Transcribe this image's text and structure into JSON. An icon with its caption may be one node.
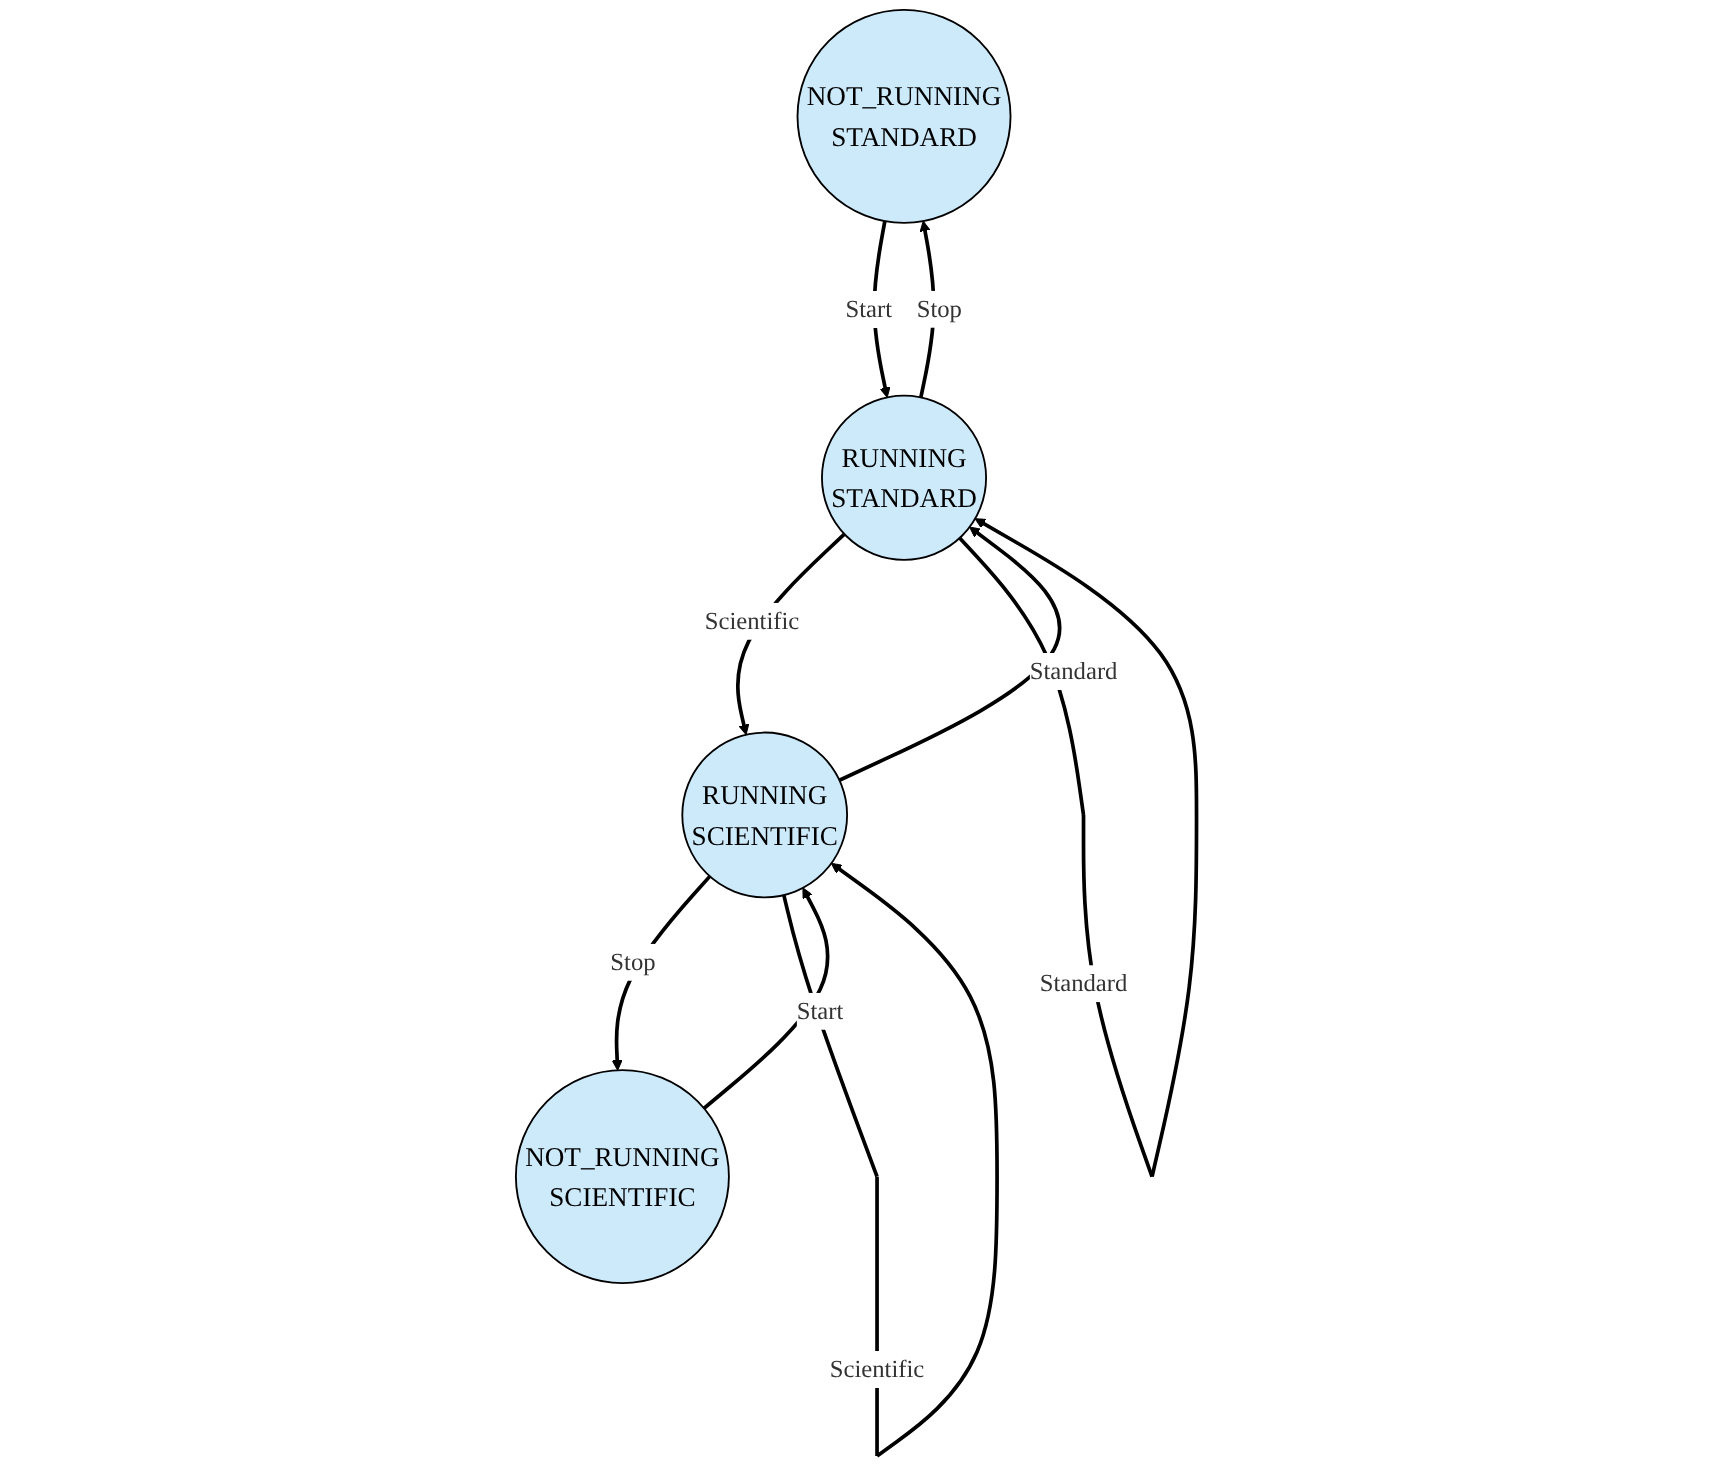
{
  "diagram": {
    "nodes": [
      {
        "text": [
          "NOT_RUNNING",
          "STANDARD"
        ]
      },
      {
        "text": [
          "NOT_RUNNING",
          "SCIENTIFIC"
        ]
      },
      {
        "text": [
          "RUNNING",
          "STANDARD"
        ]
      },
      {
        "text": [
          "RUNNING",
          "SCIENTIFIC"
        ]
      }
    ],
    "edges": [
      {
        "from": 0,
        "to": 2,
        "arrow": "to",
        "label": "Start"
      },
      {
        "from": 2,
        "to": 0,
        "arrow": "to",
        "label": "Stop"
      },
      {
        "from": 1,
        "to": 3,
        "arrow": "to",
        "label": "Start"
      },
      {
        "from": 3,
        "to": 1,
        "arrow": "to",
        "label": "Stop"
      },
      {
        "from": 3,
        "to": 2,
        "arrow": "to",
        "label": "Standard"
      },
      {
        "from": 2,
        "to": 3,
        "arrow": "to",
        "label": "Scientific"
      },
      {
        "from": 2,
        "to": 2,
        "arrow": "to",
        "label": "Standard"
      },
      {
        "from": 3,
        "to": 3,
        "arrow": "to",
        "label": "Scientific"
      }
    ]
  }
}
